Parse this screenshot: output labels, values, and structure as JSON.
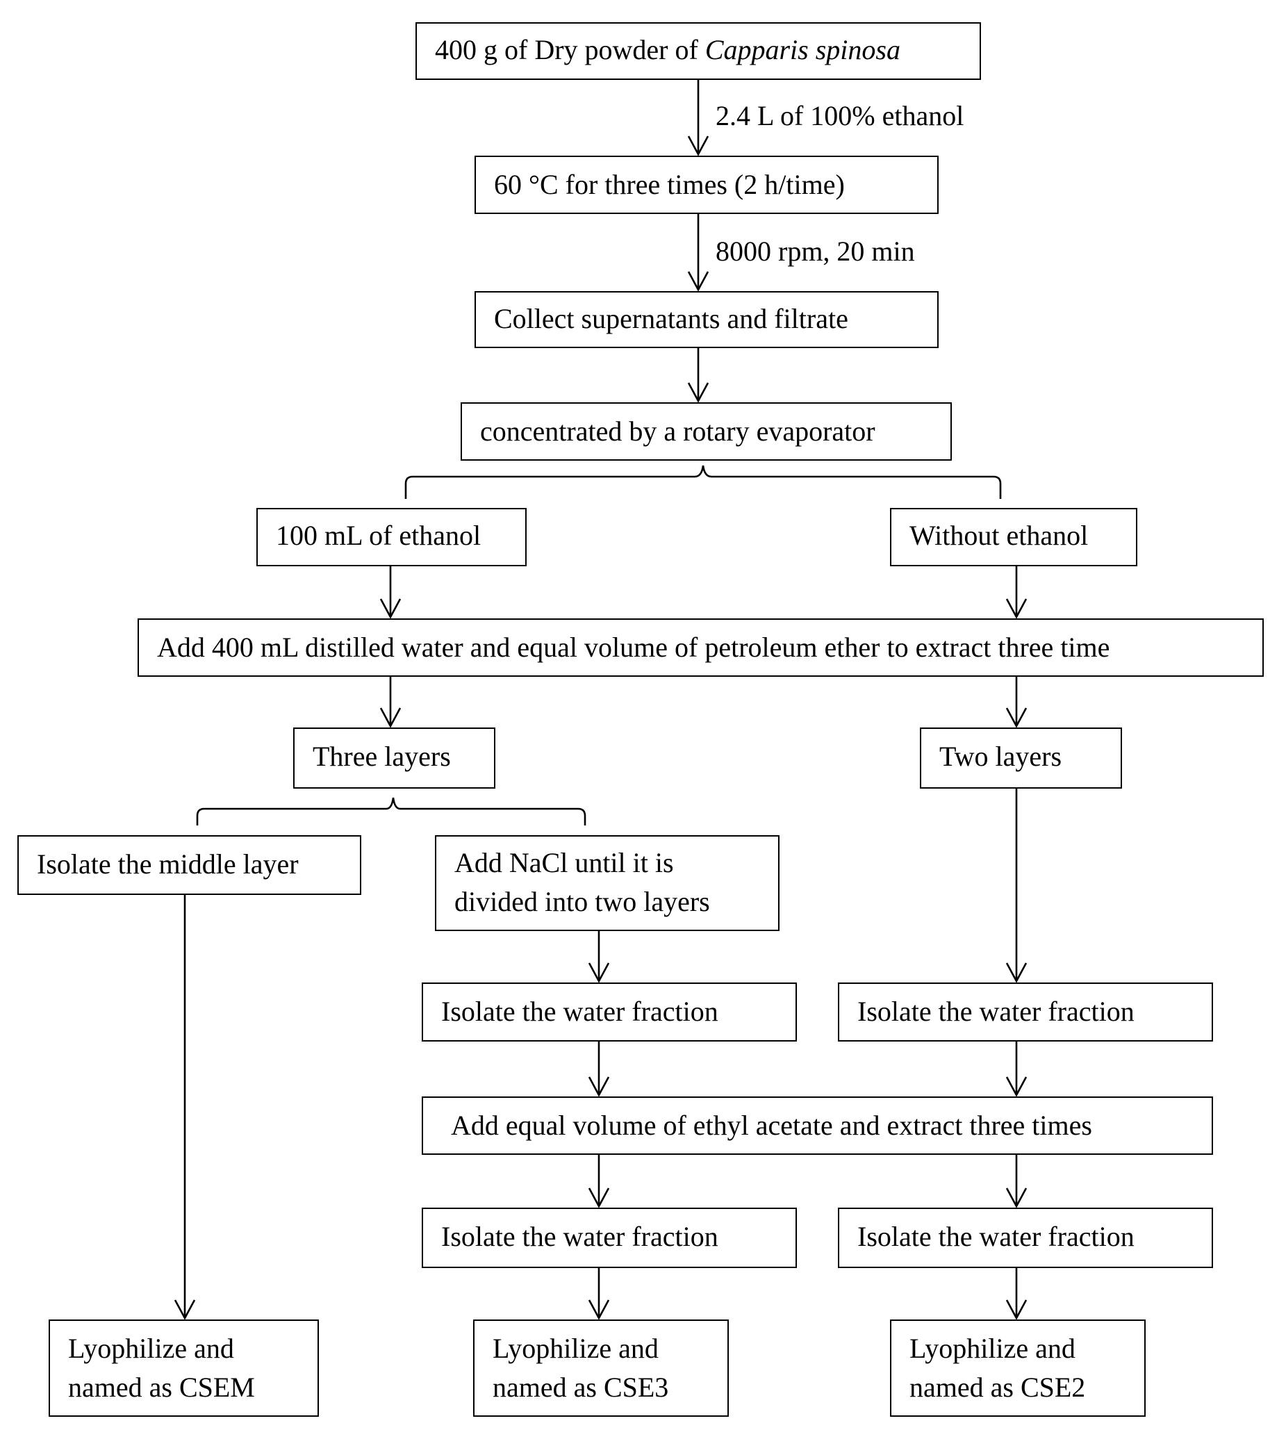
{
  "flowchart": {
    "nodes": {
      "start": {
        "prefix": "400 g of Dry powder of ",
        "species": "Capparis spinosa"
      },
      "heat": {
        "text": "60 °C for three times  (2 h/time)"
      },
      "collect": {
        "text": "Collect supernatants  and  filtrate"
      },
      "concentrate": {
        "text": "concentrated by a rotary  evaporator"
      },
      "with_ethanol": {
        "text": "100 mL of ethanol"
      },
      "without_ethanol": {
        "text": "Without ethanol"
      },
      "add_water": {
        "text": "Add 400 mL distilled water and  equal  volume  of petroleum  ether to extract three time"
      },
      "three_layers": {
        "text": "Three layers"
      },
      "two_layers": {
        "text": "Two layers"
      },
      "isolate_middle": {
        "text": "Isolate the middle layer"
      },
      "add_nacl": {
        "line1": "Add NaCl until it is",
        "line2": "divided into two layers"
      },
      "isolate_water_a": {
        "text": "Isolate the water  fraction"
      },
      "isolate_water_b": {
        "text": "Isolate the water  fraction"
      },
      "add_ethyl_acetate": {
        "text": "Add equal volume of ethyl acetate and extract three times"
      },
      "isolate_water_c": {
        "text": "Isolate the water  fraction"
      },
      "isolate_water_d": {
        "text": "Isolate the water  fraction"
      },
      "lyo_csem": {
        "line1": "Lyophilize and",
        "line2": "named as CSEM"
      },
      "lyo_cse3": {
        "line1": "Lyophilize and",
        "line2": "named as CSE3"
      },
      "lyo_cse2": {
        "line1": "Lyophilize and",
        "line2": "named as CSE2"
      }
    },
    "edge_labels": {
      "ethanol_volume": "2.4 L of 100% ethanol",
      "centrifuge": "8000 rpm,  20 min"
    }
  }
}
